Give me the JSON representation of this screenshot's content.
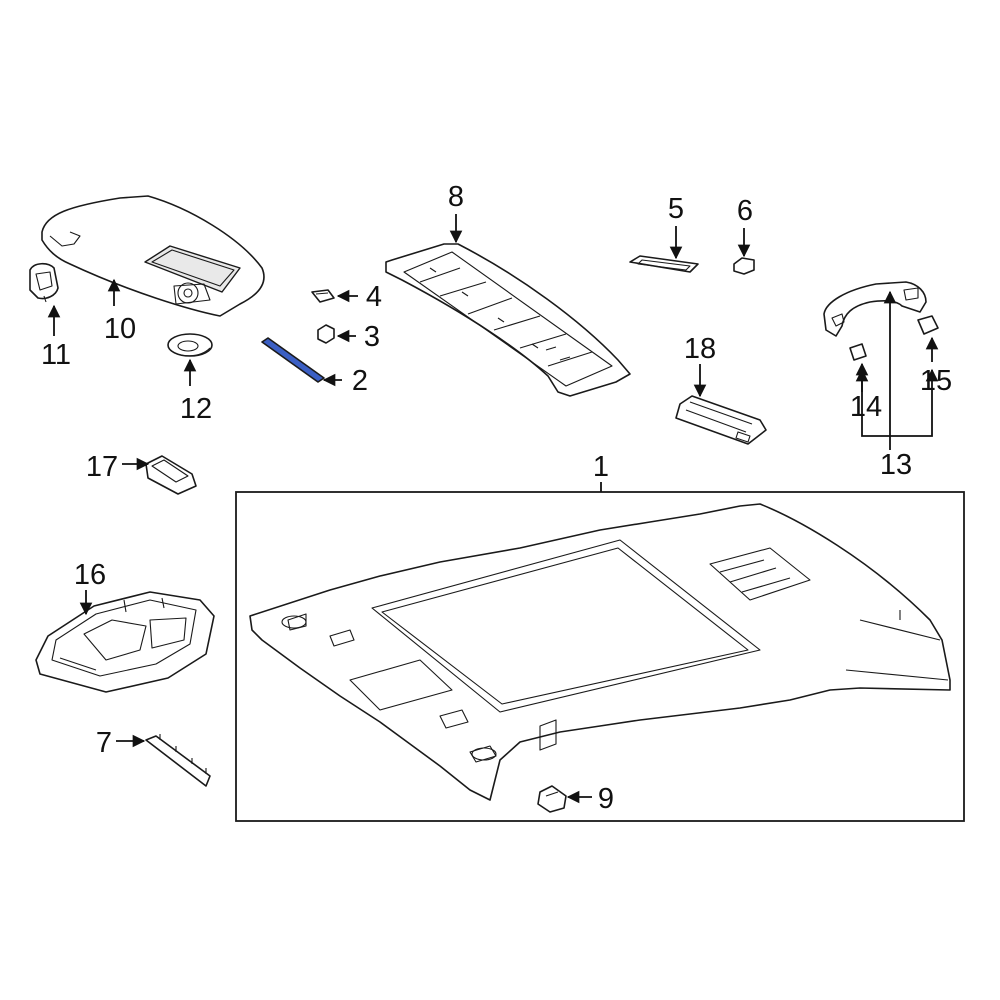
{
  "callouts": [
    {
      "id": "1",
      "label": "1"
    },
    {
      "id": "2",
      "label": "2"
    },
    {
      "id": "3",
      "label": "3"
    },
    {
      "id": "4",
      "label": "4"
    },
    {
      "id": "5",
      "label": "5"
    },
    {
      "id": "6",
      "label": "6"
    },
    {
      "id": "7",
      "label": "7"
    },
    {
      "id": "8",
      "label": "8"
    },
    {
      "id": "9",
      "label": "9"
    },
    {
      "id": "10",
      "label": "10"
    },
    {
      "id": "11",
      "label": "11"
    },
    {
      "id": "12",
      "label": "12"
    },
    {
      "id": "13",
      "label": "13"
    },
    {
      "id": "14",
      "label": "14"
    },
    {
      "id": "15",
      "label": "15"
    },
    {
      "id": "16",
      "label": "16"
    },
    {
      "id": "17",
      "label": "17"
    },
    {
      "id": "18",
      "label": "18"
    }
  ],
  "colors": {
    "highlight_part": "#3b5fc4",
    "line": "#1a1a1a",
    "background": "#ffffff"
  },
  "highlighted_part": "2"
}
